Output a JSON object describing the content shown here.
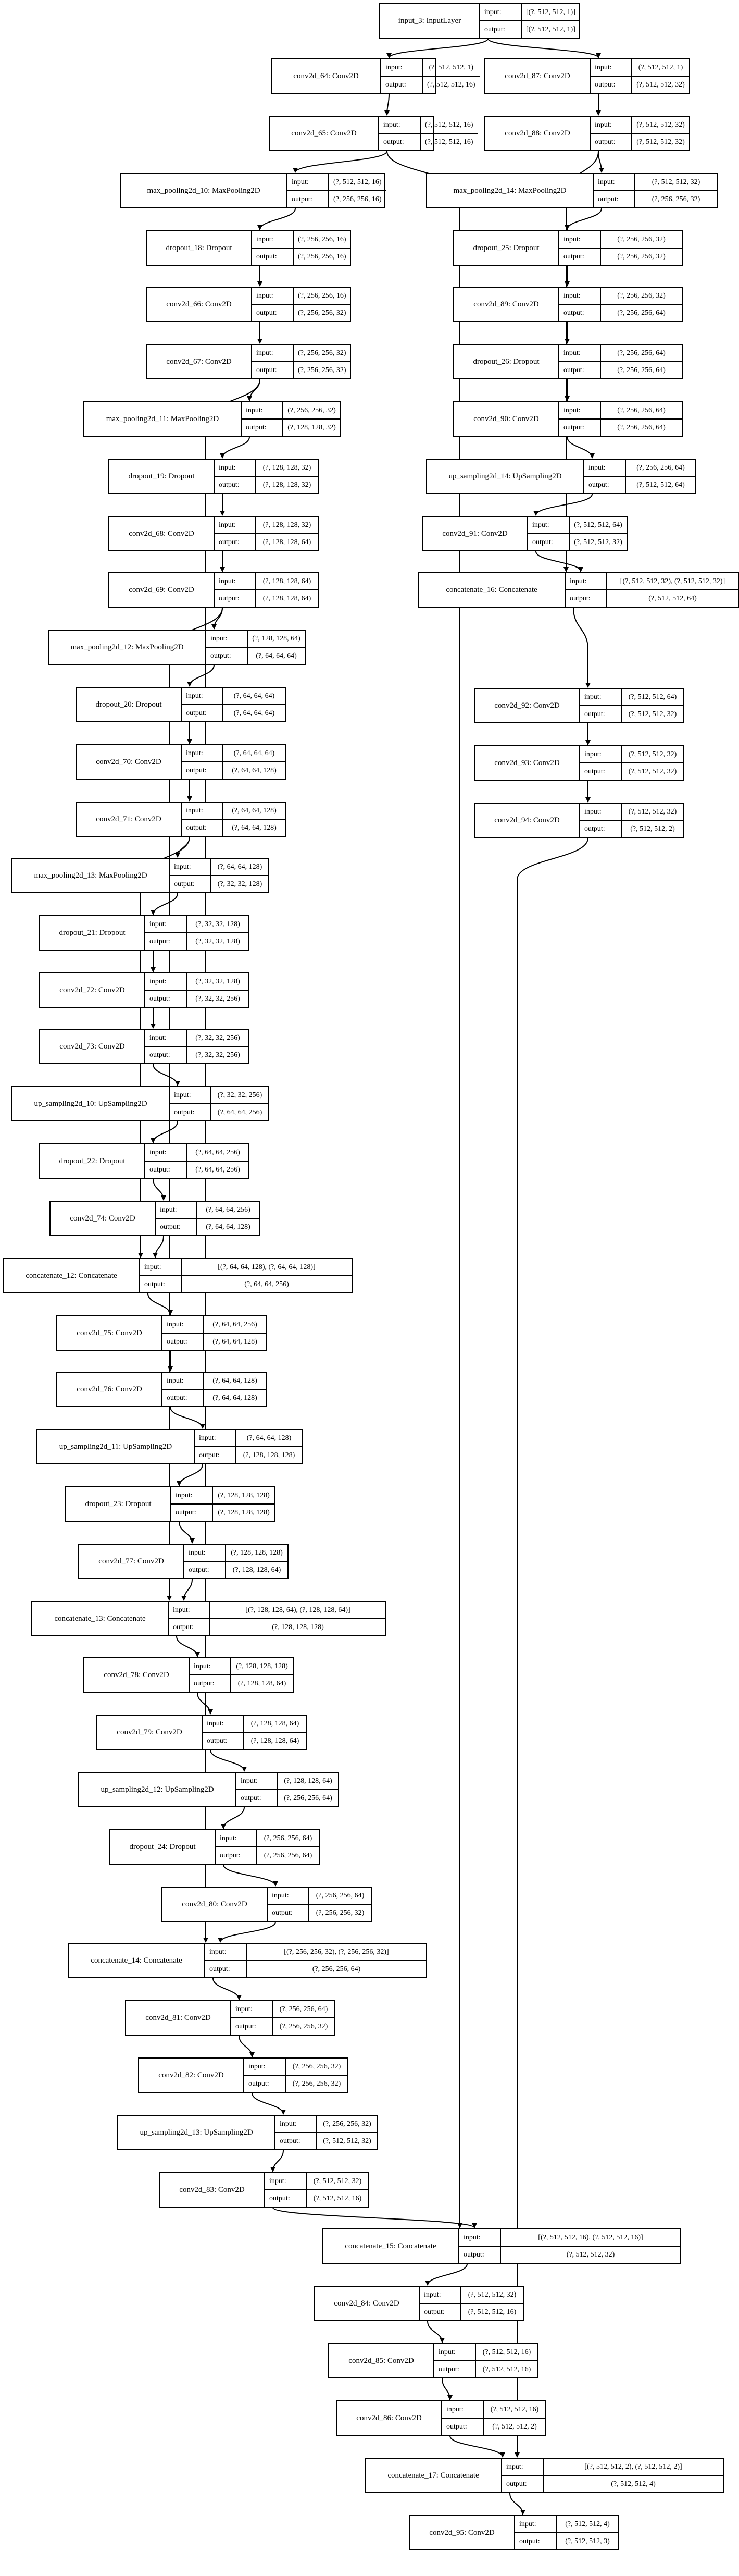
{
  "labels": {
    "input": "input:",
    "output": "output:"
  },
  "nodes": [
    {
      "id": "n0",
      "name": "input_3: InputLayer",
      "input": "[(?, 512, 512, 1)]",
      "output": "[(?, 512, 512, 1)]"
    },
    {
      "id": "n1",
      "name": "conv2d_64: Conv2D",
      "input": "(?, 512, 512, 1)",
      "output": "(?, 512, 512, 16)"
    },
    {
      "id": "n2",
      "name": "conv2d_65: Conv2D",
      "input": "(?, 512, 512, 16)",
      "output": "(?, 512, 512, 16)"
    },
    {
      "id": "n3",
      "name": "max_pooling2d_10: MaxPooling2D",
      "input": "(?, 512, 512, 16)",
      "output": "(?, 256, 256, 16)"
    },
    {
      "id": "n4",
      "name": "dropout_18: Dropout",
      "input": "(?, 256, 256, 16)",
      "output": "(?, 256, 256, 16)"
    },
    {
      "id": "n5",
      "name": "conv2d_66: Conv2D",
      "input": "(?, 256, 256, 16)",
      "output": "(?, 256, 256, 32)"
    },
    {
      "id": "n6",
      "name": "conv2d_67: Conv2D",
      "input": "(?, 256, 256, 32)",
      "output": "(?, 256, 256, 32)"
    },
    {
      "id": "n7",
      "name": "max_pooling2d_11: MaxPooling2D",
      "input": "(?, 256, 256, 32)",
      "output": "(?, 128, 128, 32)"
    },
    {
      "id": "n8",
      "name": "dropout_19: Dropout",
      "input": "(?, 128, 128, 32)",
      "output": "(?, 128, 128, 32)"
    },
    {
      "id": "n9",
      "name": "conv2d_68: Conv2D",
      "input": "(?, 128, 128, 32)",
      "output": "(?, 128, 128, 64)"
    },
    {
      "id": "n10",
      "name": "conv2d_69: Conv2D",
      "input": "(?, 128, 128, 64)",
      "output": "(?, 128, 128, 64)"
    },
    {
      "id": "n11",
      "name": "max_pooling2d_12: MaxPooling2D",
      "input": "(?, 128, 128, 64)",
      "output": "(?, 64, 64, 64)"
    },
    {
      "id": "n12",
      "name": "dropout_20: Dropout",
      "input": "(?, 64, 64, 64)",
      "output": "(?, 64, 64, 64)"
    },
    {
      "id": "n13",
      "name": "conv2d_70: Conv2D",
      "input": "(?, 64, 64, 64)",
      "output": "(?, 64, 64, 128)"
    },
    {
      "id": "n14",
      "name": "conv2d_71: Conv2D",
      "input": "(?, 64, 64, 128)",
      "output": "(?, 64, 64, 128)"
    },
    {
      "id": "n15",
      "name": "max_pooling2d_13: MaxPooling2D",
      "input": "(?, 64, 64, 128)",
      "output": "(?, 32, 32, 128)"
    },
    {
      "id": "n16",
      "name": "dropout_21: Dropout",
      "input": "(?, 32, 32, 128)",
      "output": "(?, 32, 32, 128)"
    },
    {
      "id": "n17",
      "name": "conv2d_72: Conv2D",
      "input": "(?, 32, 32, 128)",
      "output": "(?, 32, 32, 256)"
    },
    {
      "id": "n18",
      "name": "conv2d_73: Conv2D",
      "input": "(?, 32, 32, 256)",
      "output": "(?, 32, 32, 256)"
    },
    {
      "id": "n19",
      "name": "up_sampling2d_10: UpSampling2D",
      "input": "(?, 32, 32, 256)",
      "output": "(?, 64, 64, 256)"
    },
    {
      "id": "n20",
      "name": "dropout_22: Dropout",
      "input": "(?, 64, 64, 256)",
      "output": "(?, 64, 64, 256)"
    },
    {
      "id": "n21",
      "name": "conv2d_74: Conv2D",
      "input": "(?, 64, 64, 256)",
      "output": "(?, 64, 64, 128)"
    },
    {
      "id": "n22",
      "name": "concatenate_12: Concatenate",
      "input": "[(?, 64, 64, 128), (?, 64, 64, 128)]",
      "output": "(?, 64, 64, 256)"
    },
    {
      "id": "n23",
      "name": "conv2d_75: Conv2D",
      "input": "(?, 64, 64, 256)",
      "output": "(?, 64, 64, 128)"
    },
    {
      "id": "n24",
      "name": "conv2d_76: Conv2D",
      "input": "(?, 64, 64, 128)",
      "output": "(?, 64, 64, 128)"
    },
    {
      "id": "n25",
      "name": "up_sampling2d_11: UpSampling2D",
      "input": "(?, 64, 64, 128)",
      "output": "(?, 128, 128, 128)"
    },
    {
      "id": "n26",
      "name": "dropout_23: Dropout",
      "input": "(?, 128, 128, 128)",
      "output": "(?, 128, 128, 128)"
    },
    {
      "id": "n27",
      "name": "conv2d_77: Conv2D",
      "input": "(?, 128, 128, 128)",
      "output": "(?, 128, 128, 64)"
    },
    {
      "id": "n28",
      "name": "concatenate_13: Concatenate",
      "input": "[(?, 128, 128, 64), (?, 128, 128, 64)]",
      "output": "(?, 128, 128, 128)"
    },
    {
      "id": "n29",
      "name": "conv2d_78: Conv2D",
      "input": "(?, 128, 128, 128)",
      "output": "(?, 128, 128, 64)"
    },
    {
      "id": "n30",
      "name": "conv2d_79: Conv2D",
      "input": "(?, 128, 128, 64)",
      "output": "(?, 128, 128, 64)"
    },
    {
      "id": "n31",
      "name": "up_sampling2d_12: UpSampling2D",
      "input": "(?, 128, 128, 64)",
      "output": "(?, 256, 256, 64)"
    },
    {
      "id": "n32",
      "name": "dropout_24: Dropout",
      "input": "(?, 256, 256, 64)",
      "output": "(?, 256, 256, 64)"
    },
    {
      "id": "n33",
      "name": "conv2d_80: Conv2D",
      "input": "(?, 256, 256, 64)",
      "output": "(?, 256, 256, 32)"
    },
    {
      "id": "n34",
      "name": "concatenate_14: Concatenate",
      "input": "[(?, 256, 256, 32), (?, 256, 256, 32)]",
      "output": "(?, 256, 256, 64)"
    },
    {
      "id": "n35",
      "name": "conv2d_81: Conv2D",
      "input": "(?, 256, 256, 64)",
      "output": "(?, 256, 256, 32)"
    },
    {
      "id": "n36",
      "name": "conv2d_82: Conv2D",
      "input": "(?, 256, 256, 32)",
      "output": "(?, 256, 256, 32)"
    },
    {
      "id": "n37",
      "name": "up_sampling2d_13: UpSampling2D",
      "input": "(?, 256, 256, 32)",
      "output": "(?, 512, 512, 32)"
    },
    {
      "id": "n38",
      "name": "conv2d_83: Conv2D",
      "input": "(?, 512, 512, 32)",
      "output": "(?, 512, 512, 16)"
    },
    {
      "id": "n39",
      "name": "concatenate_15: Concatenate",
      "input": "[(?, 512, 512, 16), (?, 512, 512, 16)]",
      "output": "(?, 512, 512, 32)"
    },
    {
      "id": "n40",
      "name": "conv2d_84: Conv2D",
      "input": "(?, 512, 512, 32)",
      "output": "(?, 512, 512, 16)"
    },
    {
      "id": "n41",
      "name": "conv2d_85: Conv2D",
      "input": "(?, 512, 512, 16)",
      "output": "(?, 512, 512, 16)"
    },
    {
      "id": "n42",
      "name": "conv2d_86: Conv2D",
      "input": "(?, 512, 512, 16)",
      "output": "(?, 512, 512, 2)"
    },
    {
      "id": "n43",
      "name": "conv2d_87: Conv2D",
      "input": "(?, 512, 512, 1)",
      "output": "(?, 512, 512, 32)"
    },
    {
      "id": "n44",
      "name": "conv2d_88: Conv2D",
      "input": "(?, 512, 512, 32)",
      "output": "(?, 512, 512, 32)"
    },
    {
      "id": "n45",
      "name": "max_pooling2d_14: MaxPooling2D",
      "input": "(?, 512, 512, 32)",
      "output": "(?, 256, 256, 32)"
    },
    {
      "id": "n46",
      "name": "dropout_25: Dropout",
      "input": "(?, 256, 256, 32)",
      "output": "(?, 256, 256, 32)"
    },
    {
      "id": "n47",
      "name": "conv2d_89: Conv2D",
      "input": "(?, 256, 256, 32)",
      "output": "(?, 256, 256, 64)"
    },
    {
      "id": "n48",
      "name": "dropout_26: Dropout",
      "input": "(?, 256, 256, 64)",
      "output": "(?, 256, 256, 64)"
    },
    {
      "id": "n49",
      "name": "conv2d_90: Conv2D",
      "input": "(?, 256, 256, 64)",
      "output": "(?, 256, 256, 64)"
    },
    {
      "id": "n50",
      "name": "up_sampling2d_14: UpSampling2D",
      "input": "(?, 256, 256, 64)",
      "output": "(?, 512, 512, 64)"
    },
    {
      "id": "n51",
      "name": "conv2d_91: Conv2D",
      "input": "(?, 512, 512, 64)",
      "output": "(?, 512, 512, 32)"
    },
    {
      "id": "n52",
      "name": "concatenate_16: Concatenate",
      "input": "[(?, 512, 512, 32), (?, 512, 512, 32)]",
      "output": "(?, 512, 512, 64)"
    },
    {
      "id": "n53",
      "name": "conv2d_92: Conv2D",
      "input": "(?, 512, 512, 64)",
      "output": "(?, 512, 512, 32)"
    },
    {
      "id": "n54",
      "name": "conv2d_93: Conv2D",
      "input": "(?, 512, 512, 32)",
      "output": "(?, 512, 512, 32)"
    },
    {
      "id": "n55",
      "name": "conv2d_94: Conv2D",
      "input": "(?, 512, 512, 32)",
      "output": "(?, 512, 512, 2)"
    },
    {
      "id": "n56",
      "name": "concatenate_17: Concatenate",
      "input": "[(?, 512, 512, 2), (?, 512, 512, 2)]",
      "output": "(?, 512, 512, 4)"
    },
    {
      "id": "n57",
      "name": "conv2d_95: Conv2D",
      "input": "(?, 512, 512, 4)",
      "output": "(?, 512, 512, 3)"
    }
  ],
  "edges": [
    [
      "n0",
      "n1"
    ],
    [
      "n0",
      "n43"
    ],
    [
      "n1",
      "n2"
    ],
    [
      "n2",
      "n3"
    ],
    [
      "n2",
      "n39"
    ],
    [
      "n3",
      "n4"
    ],
    [
      "n4",
      "n5"
    ],
    [
      "n5",
      "n6"
    ],
    [
      "n6",
      "n7"
    ],
    [
      "n6",
      "n34"
    ],
    [
      "n7",
      "n8"
    ],
    [
      "n8",
      "n9"
    ],
    [
      "n9",
      "n10"
    ],
    [
      "n10",
      "n11"
    ],
    [
      "n10",
      "n28"
    ],
    [
      "n11",
      "n12"
    ],
    [
      "n12",
      "n13"
    ],
    [
      "n13",
      "n14"
    ],
    [
      "n14",
      "n15"
    ],
    [
      "n14",
      "n22"
    ],
    [
      "n15",
      "n16"
    ],
    [
      "n16",
      "n17"
    ],
    [
      "n17",
      "n18"
    ],
    [
      "n18",
      "n19"
    ],
    [
      "n19",
      "n20"
    ],
    [
      "n20",
      "n21"
    ],
    [
      "n21",
      "n22"
    ],
    [
      "n22",
      "n23"
    ],
    [
      "n23",
      "n24"
    ],
    [
      "n24",
      "n25"
    ],
    [
      "n25",
      "n26"
    ],
    [
      "n26",
      "n27"
    ],
    [
      "n27",
      "n28"
    ],
    [
      "n28",
      "n29"
    ],
    [
      "n29",
      "n30"
    ],
    [
      "n30",
      "n31"
    ],
    [
      "n31",
      "n32"
    ],
    [
      "n32",
      "n33"
    ],
    [
      "n33",
      "n34"
    ],
    [
      "n34",
      "n35"
    ],
    [
      "n35",
      "n36"
    ],
    [
      "n36",
      "n37"
    ],
    [
      "n37",
      "n38"
    ],
    [
      "n38",
      "n39"
    ],
    [
      "n39",
      "n40"
    ],
    [
      "n40",
      "n41"
    ],
    [
      "n41",
      "n42"
    ],
    [
      "n42",
      "n56"
    ],
    [
      "n43",
      "n44"
    ],
    [
      "n44",
      "n45"
    ],
    [
      "n44",
      "n52"
    ],
    [
      "n45",
      "n46"
    ],
    [
      "n46",
      "n47"
    ],
    [
      "n47",
      "n48"
    ],
    [
      "n48",
      "n49"
    ],
    [
      "n49",
      "n50"
    ],
    [
      "n50",
      "n51"
    ],
    [
      "n51",
      "n52"
    ],
    [
      "n52",
      "n53"
    ],
    [
      "n53",
      "n54"
    ],
    [
      "n54",
      "n55"
    ],
    [
      "n55",
      "n56"
    ],
    [
      "n56",
      "n57"
    ]
  ]
}
